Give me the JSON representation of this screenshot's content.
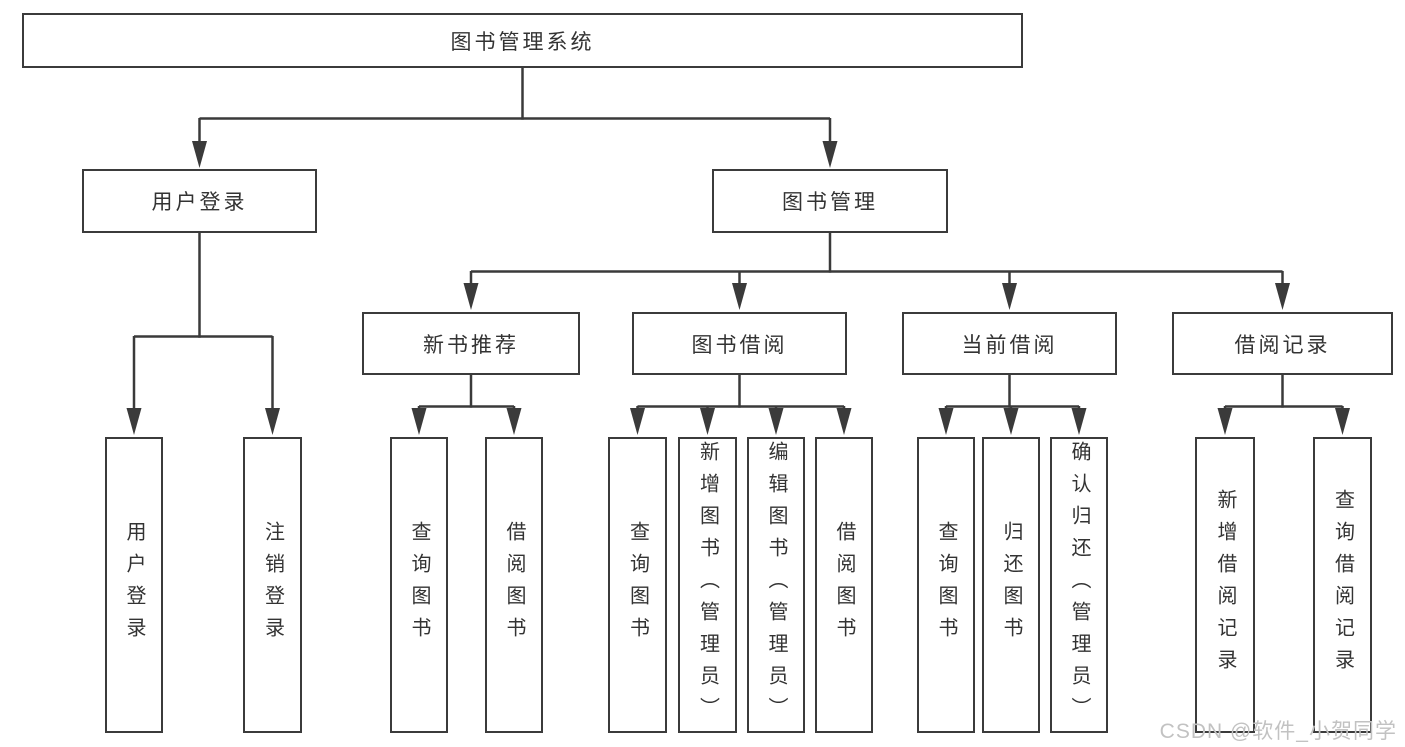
{
  "colors": {
    "line": "#3a3a3a",
    "box_border": "#3b3b3b",
    "box_fill": "#ffffff",
    "text": "#333333",
    "watermark": "#c2c2c2"
  },
  "nodes": {
    "root": {
      "label": "图书管理系统"
    },
    "level2": [
      {
        "label": "用户登录"
      },
      {
        "label": "图书管理"
      }
    ],
    "level3": [
      {
        "label": "新书推荐",
        "parent": "图书管理"
      },
      {
        "label": "图书借阅",
        "parent": "图书管理"
      },
      {
        "label": "当前借阅",
        "parent": "图书管理"
      },
      {
        "label": "借阅记录",
        "parent": "图书管理"
      }
    ],
    "leaves": [
      {
        "label": "用户登录",
        "parent": "用户登录"
      },
      {
        "label": "注销登录",
        "parent": "用户登录"
      },
      {
        "label": "查询图书",
        "parent": "新书推荐"
      },
      {
        "label": "借阅图书",
        "parent": "新书推荐"
      },
      {
        "label": "查询图书",
        "parent": "图书借阅"
      },
      {
        "label": "新增图书（管理员）",
        "parent": "图书借阅"
      },
      {
        "label": "编辑图书（管理员）",
        "parent": "图书借阅"
      },
      {
        "label": "借阅图书",
        "parent": "图书借阅"
      },
      {
        "label": "查询图书",
        "parent": "当前借阅"
      },
      {
        "label": "归还图书",
        "parent": "当前借阅"
      },
      {
        "label": "确认归还（管理员）",
        "parent": "当前借阅"
      },
      {
        "label": "新增借阅记录",
        "parent": "借阅记录"
      },
      {
        "label": "查询借阅记录",
        "parent": "借阅记录"
      }
    ]
  },
  "watermark": "CSDN @软件_小贺同学"
}
